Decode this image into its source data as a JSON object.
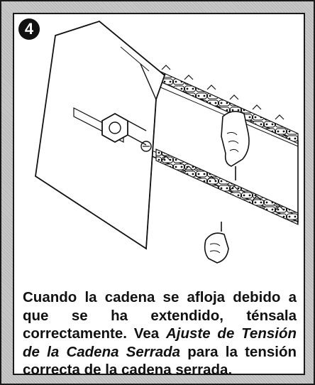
{
  "step": {
    "number": "4"
  },
  "caption": {
    "part1": "Cuando la cadena se afloja debido a que se ha extendido, ténsala correctamente. Vea ",
    "link": "Ajuste de Tensión de la Cadena Serrada",
    "part2": " para la tensión correcta de la cadena serrada."
  },
  "illustration": {
    "subject": "chainsaw-chain-tension-diagram",
    "icons": [
      "guide-bar-icon",
      "bar-nut-icon",
      "saw-chain-icon",
      "hand-pointer-icon"
    ]
  }
}
